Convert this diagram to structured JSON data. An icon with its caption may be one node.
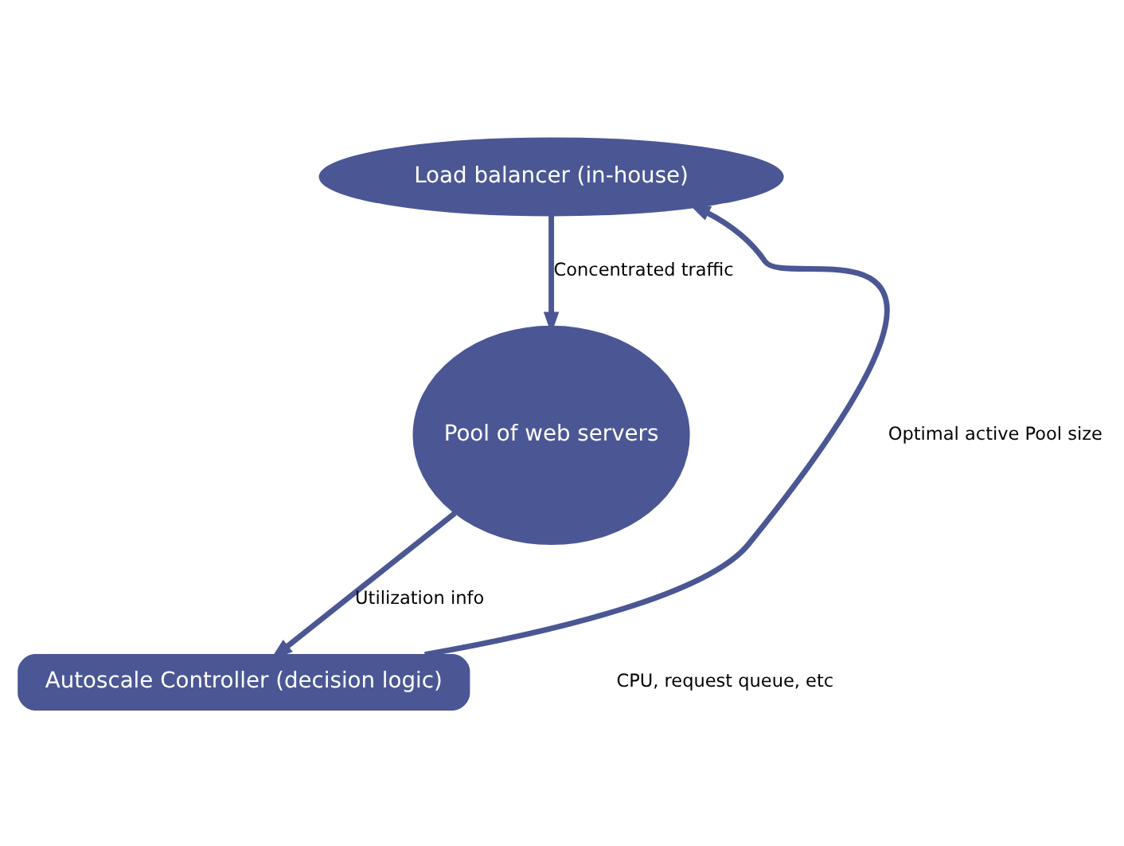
{
  "diagram": {
    "nodes": [
      {
        "text": [
          "Load balancer (in-house)"
        ]
      },
      {
        "text": [
          "Pool of web servers"
        ]
      },
      {
        "text": [
          "Autoscale Controller (decision logic)"
        ]
      }
    ],
    "edges": [
      {
        "from": 0,
        "to": 1,
        "arrow": "to",
        "label": "Concentrated traffic"
      },
      {
        "from": 1,
        "to": 2,
        "arrow": "to",
        "label": "Utilization info"
      },
      {
        "from": 2,
        "to": 0,
        "arrow": "to",
        "label": "Optimal active Pool size"
      }
    ],
    "labels": [
      "CPU, request queue, etc"
    ]
  }
}
